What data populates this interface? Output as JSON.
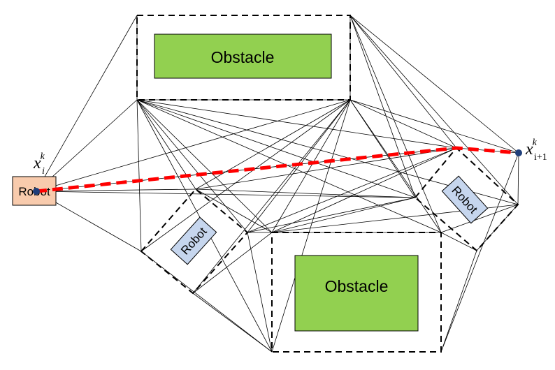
{
  "diagram": {
    "obstacles": [
      {
        "label": "Obstacle",
        "fill": "#92d050"
      },
      {
        "label": "Obstacle",
        "fill": "#92d050"
      }
    ],
    "robots": [
      {
        "label": "Robot",
        "fill": "#f8cbad"
      },
      {
        "label": "Robot",
        "fill": "#c6d6ee"
      },
      {
        "label": "Robot",
        "fill": "#c6d6ee"
      }
    ],
    "start_node": {
      "symbol": "x",
      "superscript": "k",
      "subscript": "i"
    },
    "goal_node": {
      "symbol": "x",
      "superscript": "k",
      "subscript": "i+1"
    },
    "colors": {
      "path": "#ff0000",
      "edges": "#000000",
      "node": "#1f3f7a",
      "inflated_boundary": "#000000"
    }
  }
}
